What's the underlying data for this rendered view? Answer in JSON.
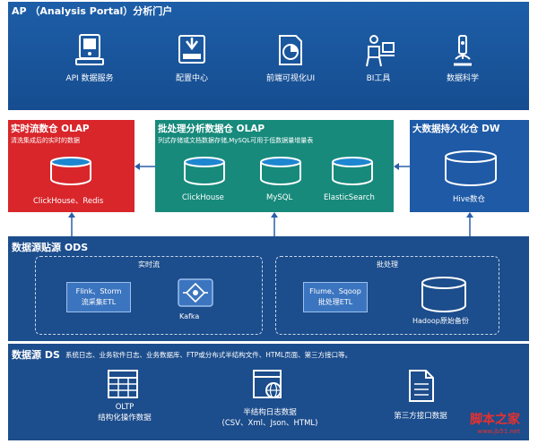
{
  "ap": {
    "title": "AP （Analysis Portal）分析门户",
    "items": [
      {
        "label": "API 数据服务",
        "icon": "api-service-icon"
      },
      {
        "label": "配置中心",
        "icon": "config-center-icon"
      },
      {
        "label": "前端可视化UI",
        "icon": "visualization-icon"
      },
      {
        "label": "BI工具",
        "icon": "bi-tool-icon"
      },
      {
        "label": "数据科学",
        "icon": "data-science-icon"
      }
    ]
  },
  "realtime": {
    "title": "实时流数仓 OLAP",
    "subtitle": "清洗集成后的实时的数据",
    "db_label": "ClickHouse、Redis",
    "color": "#d8262b"
  },
  "batch": {
    "title": "批处理分析数据仓 OLAP",
    "subtitle": "列式存储或文档数据存储,MySQL可用于低数据量增量表",
    "dbs": [
      "ClickHouse",
      "MySQL",
      "ElasticSearch"
    ],
    "color": "#178a7c"
  },
  "dw": {
    "title": "大数据持久化仓 DW",
    "db_label": "Hive数仓",
    "color": "#1e5aa6"
  },
  "ods": {
    "title": "数据源贴源 ODS",
    "realtime_label": "实时流",
    "batch_label": "批处理",
    "flink": [
      "Flink、Storm",
      "流采集ETL"
    ],
    "kafka": "Kafka",
    "flume": [
      "Flume、Sqoop",
      "批处理ETL"
    ],
    "hadoop": "Hadoop原始备份"
  },
  "ds": {
    "title": "数据源 DS",
    "desc": "系统日志、业务软件日志、业务数据库、FTP或分布式半结构文件、HTML页面、第三方接口等。",
    "oltp": [
      "OLTP",
      "结构化操作数据"
    ],
    "semi": [
      "半结构日志数据",
      "(CSV、Xml、Json、HTML)"
    ],
    "third": "第三方接口数据"
  },
  "watermark": {
    "main": "脚本之家",
    "url": "www.jb51.net"
  }
}
